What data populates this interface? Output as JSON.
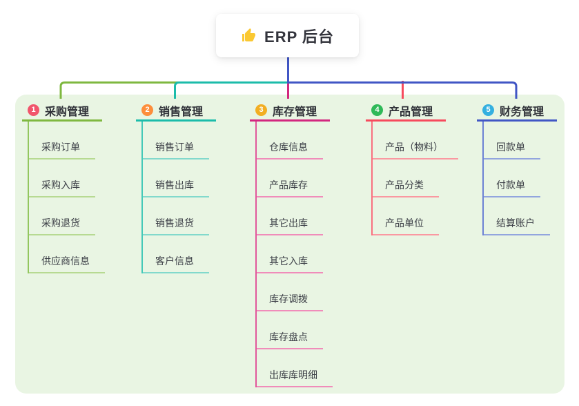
{
  "root": {
    "label": "ERP 后台",
    "icon": "thumbs-up-icon",
    "icon_color": "#fac832"
  },
  "panel_color": "#e9f5e3",
  "branches": [
    {
      "number": "1",
      "title": "采购管理",
      "color": "#7fb840",
      "mid_color": "#93c65e",
      "light_color": "#b7da92",
      "badge_color": "#f1556c",
      "children": [
        "采购订单",
        "采购入库",
        "采购退货",
        "供应商信息"
      ]
    },
    {
      "number": "2",
      "title": "销售管理",
      "color": "#1cbcaa",
      "mid_color": "#45c9b8",
      "light_color": "#82d9cc",
      "badge_color": "#fd8e3c",
      "children": [
        "销售订单",
        "销售出库",
        "销售退货",
        "客户信息"
      ]
    },
    {
      "number": "3",
      "title": "库存管理",
      "color": "#d3277f",
      "mid_color": "#e1569b",
      "light_color": "#f08cba",
      "badge_color": "#f2ae22",
      "children": [
        "仓库信息",
        "产品库存",
        "其它出库",
        "其它入库",
        "库存调拨",
        "库存盘点",
        "出库库明细"
      ]
    },
    {
      "number": "4",
      "title": "产品管理",
      "color": "#f74a5d",
      "mid_color": "#f9707f",
      "light_color": "#fa98a1",
      "badge_color": "#2fb958",
      "children": [
        "产品（物料）",
        "产品分类",
        "产品单位"
      ]
    },
    {
      "number": "5",
      "title": "财务管理",
      "color": "#4156c5",
      "mid_color": "#6c82d4",
      "light_color": "#92a5de",
      "badge_color": "#34b0e0",
      "children": [
        "回款单",
        "付款单",
        "结算账户"
      ]
    }
  ]
}
